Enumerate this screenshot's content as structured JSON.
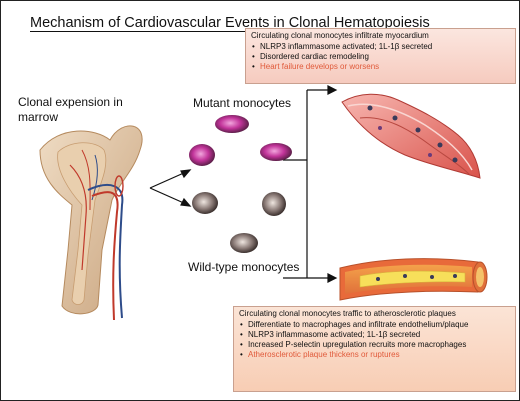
{
  "title": "Mechanism of Cardiovascular Events in Clonal Hematopoiesis",
  "labels": {
    "clonal": "Clonal expension in marrow",
    "mutant": "Mutant monocytes",
    "wild": "Wild-type monocytes"
  },
  "myocardium_box": {
    "heading": "Circulating clonal monocytes infiltrate myocardium",
    "items": [
      "NLRP3 inflammasome activated; 1L-1β secreted",
      "Disordered cardiac remodeling"
    ],
    "outcome": "Heart failure develops or worsens"
  },
  "plaque_box": {
    "heading": "Circulating clonal monocytes traffic to atherosclerotic plaques",
    "items": [
      "Differentiate to macrophages and infiltrate endothelium/plaque",
      "NLRP3 inflammasome activated; 1L-1β secreted",
      "Increased P-selectin upregulation recruits more macrophages"
    ],
    "outcome": "Atherosclerotic plaque thickens or ruptures"
  },
  "colors": {
    "myocardium_box": "#f6cbbf",
    "plaque_box": "#f8cdb4",
    "outcome_text": "#e05a3a",
    "mutant_cell": "#c2349a",
    "wild_cell": "#5a4a48"
  }
}
